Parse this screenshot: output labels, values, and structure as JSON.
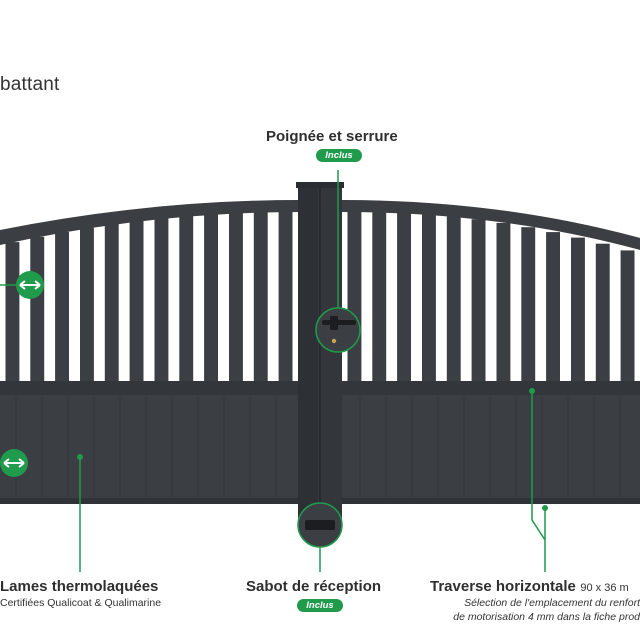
{
  "title": "battant",
  "callouts": {
    "handle": {
      "label": "Poignée et serrure",
      "badge": "Inclus"
    },
    "stop": {
      "label": "Sabot de réception",
      "badge": "Inclus"
    },
    "slats": {
      "label": "Lames thermolaquées",
      "sub": "Certifiées Qualicoat & Qualimarine"
    },
    "crossbar": {
      "label": "Traverse horizontale",
      "dims": "90 x 36 m",
      "note_line1": "Sélection de l'emplacement du renfort",
      "note_line2": "de motorisation 4 mm dans la fiche prod"
    }
  },
  "colors": {
    "gate": "#3b3e43",
    "gate_dark": "#2d3034",
    "accent": "#1f9b4b",
    "text": "#2f2f2f"
  },
  "icons": [
    "width-arrows-icon",
    "width-arrows-icon"
  ]
}
